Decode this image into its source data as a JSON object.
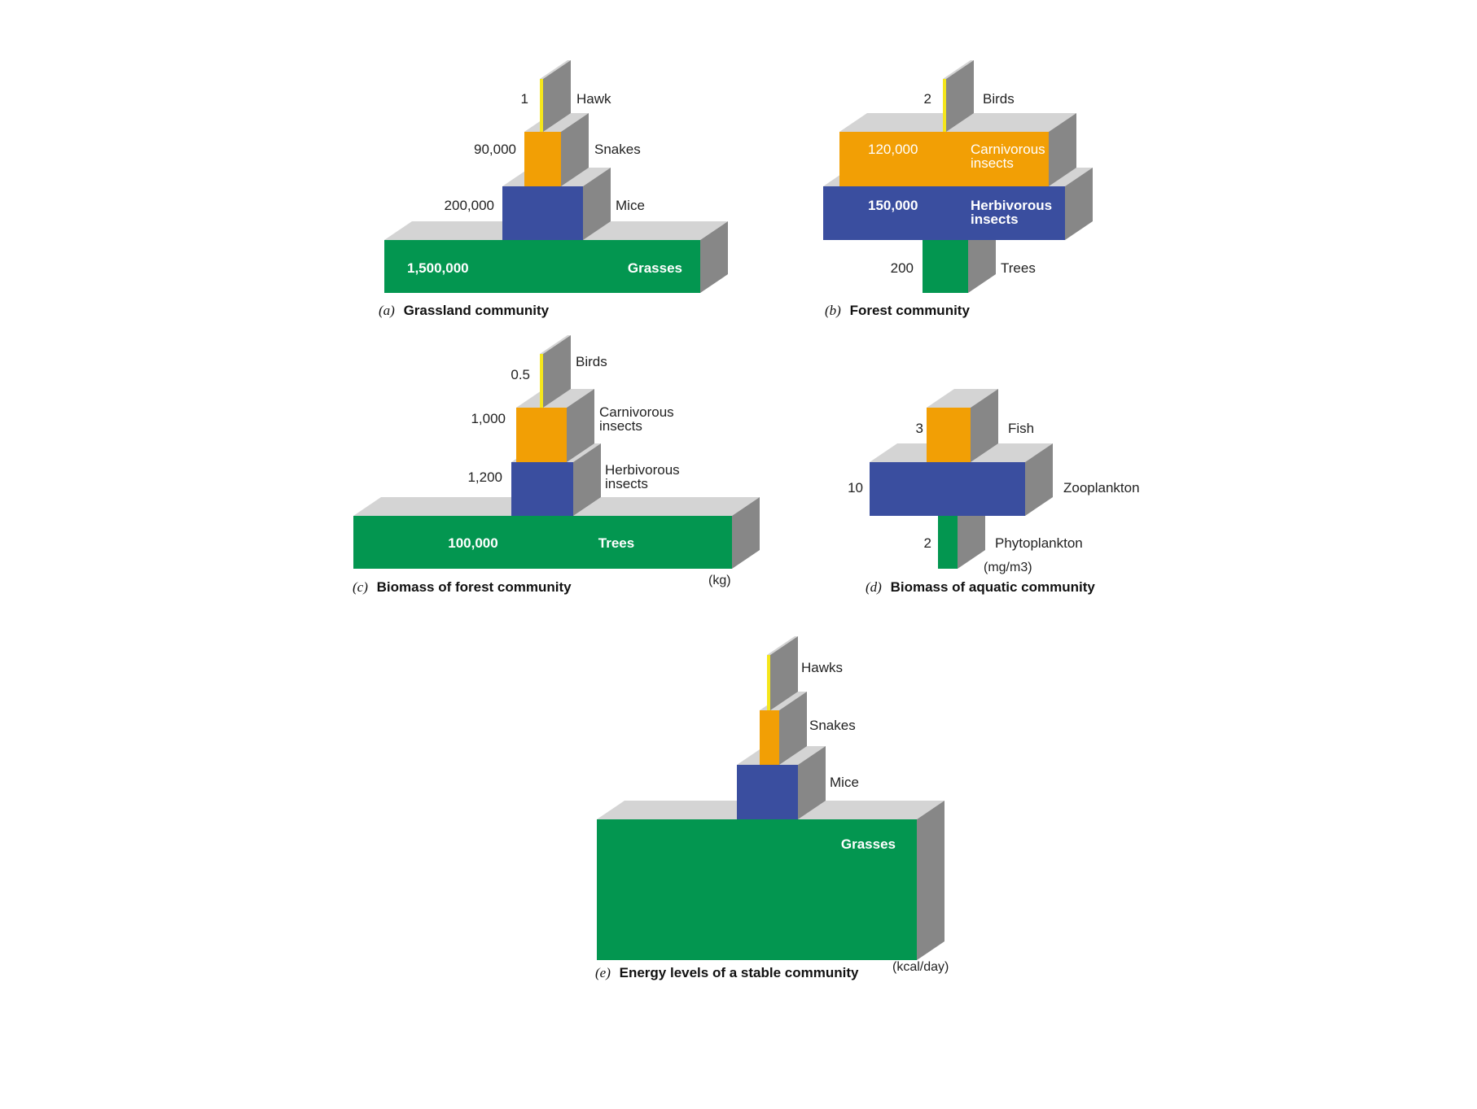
{
  "colors": {
    "producer": "#039650",
    "primary": "#3A4E9F",
    "secondary": "#F29F05",
    "tertiary": "#F5E61B",
    "side": "#878787",
    "top": "#D4D4D4"
  },
  "panels": [
    {
      "id": "a",
      "letter": "(a)",
      "title": "Grassland community",
      "unit": "",
      "levels": [
        {
          "name": "Grasses",
          "value": "1,500,000",
          "role": "producer"
        },
        {
          "name": "Mice",
          "value": "200,000",
          "role": "primary"
        },
        {
          "name": "Snakes",
          "value": "90,000",
          "role": "secondary"
        },
        {
          "name": "Hawk",
          "value": "1",
          "role": "tertiary"
        }
      ]
    },
    {
      "id": "b",
      "letter": "(b)",
      "title": "Forest community",
      "unit": "",
      "levels": [
        {
          "name": "Trees",
          "value": "200",
          "role": "producer"
        },
        {
          "name": "Herbivorous insects",
          "value": "150,000",
          "role": "primary"
        },
        {
          "name": "Carnivorous insects",
          "value": "120,000",
          "role": "secondary"
        },
        {
          "name": "Birds",
          "value": "2",
          "role": "tertiary"
        }
      ]
    },
    {
      "id": "c",
      "letter": "(c)",
      "title": "Biomass of forest community",
      "unit": "(kg)",
      "levels": [
        {
          "name": "Trees",
          "value": "100,000",
          "role": "producer"
        },
        {
          "name": "Herbivorous insects",
          "value": "1,200",
          "role": "primary"
        },
        {
          "name": "Carnivorous insects",
          "value": "1,000",
          "role": "secondary"
        },
        {
          "name": "Birds",
          "value": "0.5",
          "role": "tertiary"
        }
      ]
    },
    {
      "id": "d",
      "letter": "(d)",
      "title": "Biomass of aquatic community",
      "unit": "(mg/m3)",
      "levels": [
        {
          "name": "Phytoplankton",
          "value": "2",
          "role": "producer"
        },
        {
          "name": "Zooplankton",
          "value": "10",
          "role": "primary"
        },
        {
          "name": "Fish",
          "value": "3",
          "role": "secondary"
        }
      ]
    },
    {
      "id": "e",
      "letter": "(e)",
      "title": "Energy levels of a stable community",
      "unit": "(kcal/day)",
      "levels": [
        {
          "name": "Grasses",
          "value": "",
          "role": "producer"
        },
        {
          "name": "Mice",
          "value": "",
          "role": "primary"
        },
        {
          "name": "Snakes",
          "value": "",
          "role": "secondary"
        },
        {
          "name": "Hawks",
          "value": "",
          "role": "tertiary"
        }
      ]
    }
  ]
}
